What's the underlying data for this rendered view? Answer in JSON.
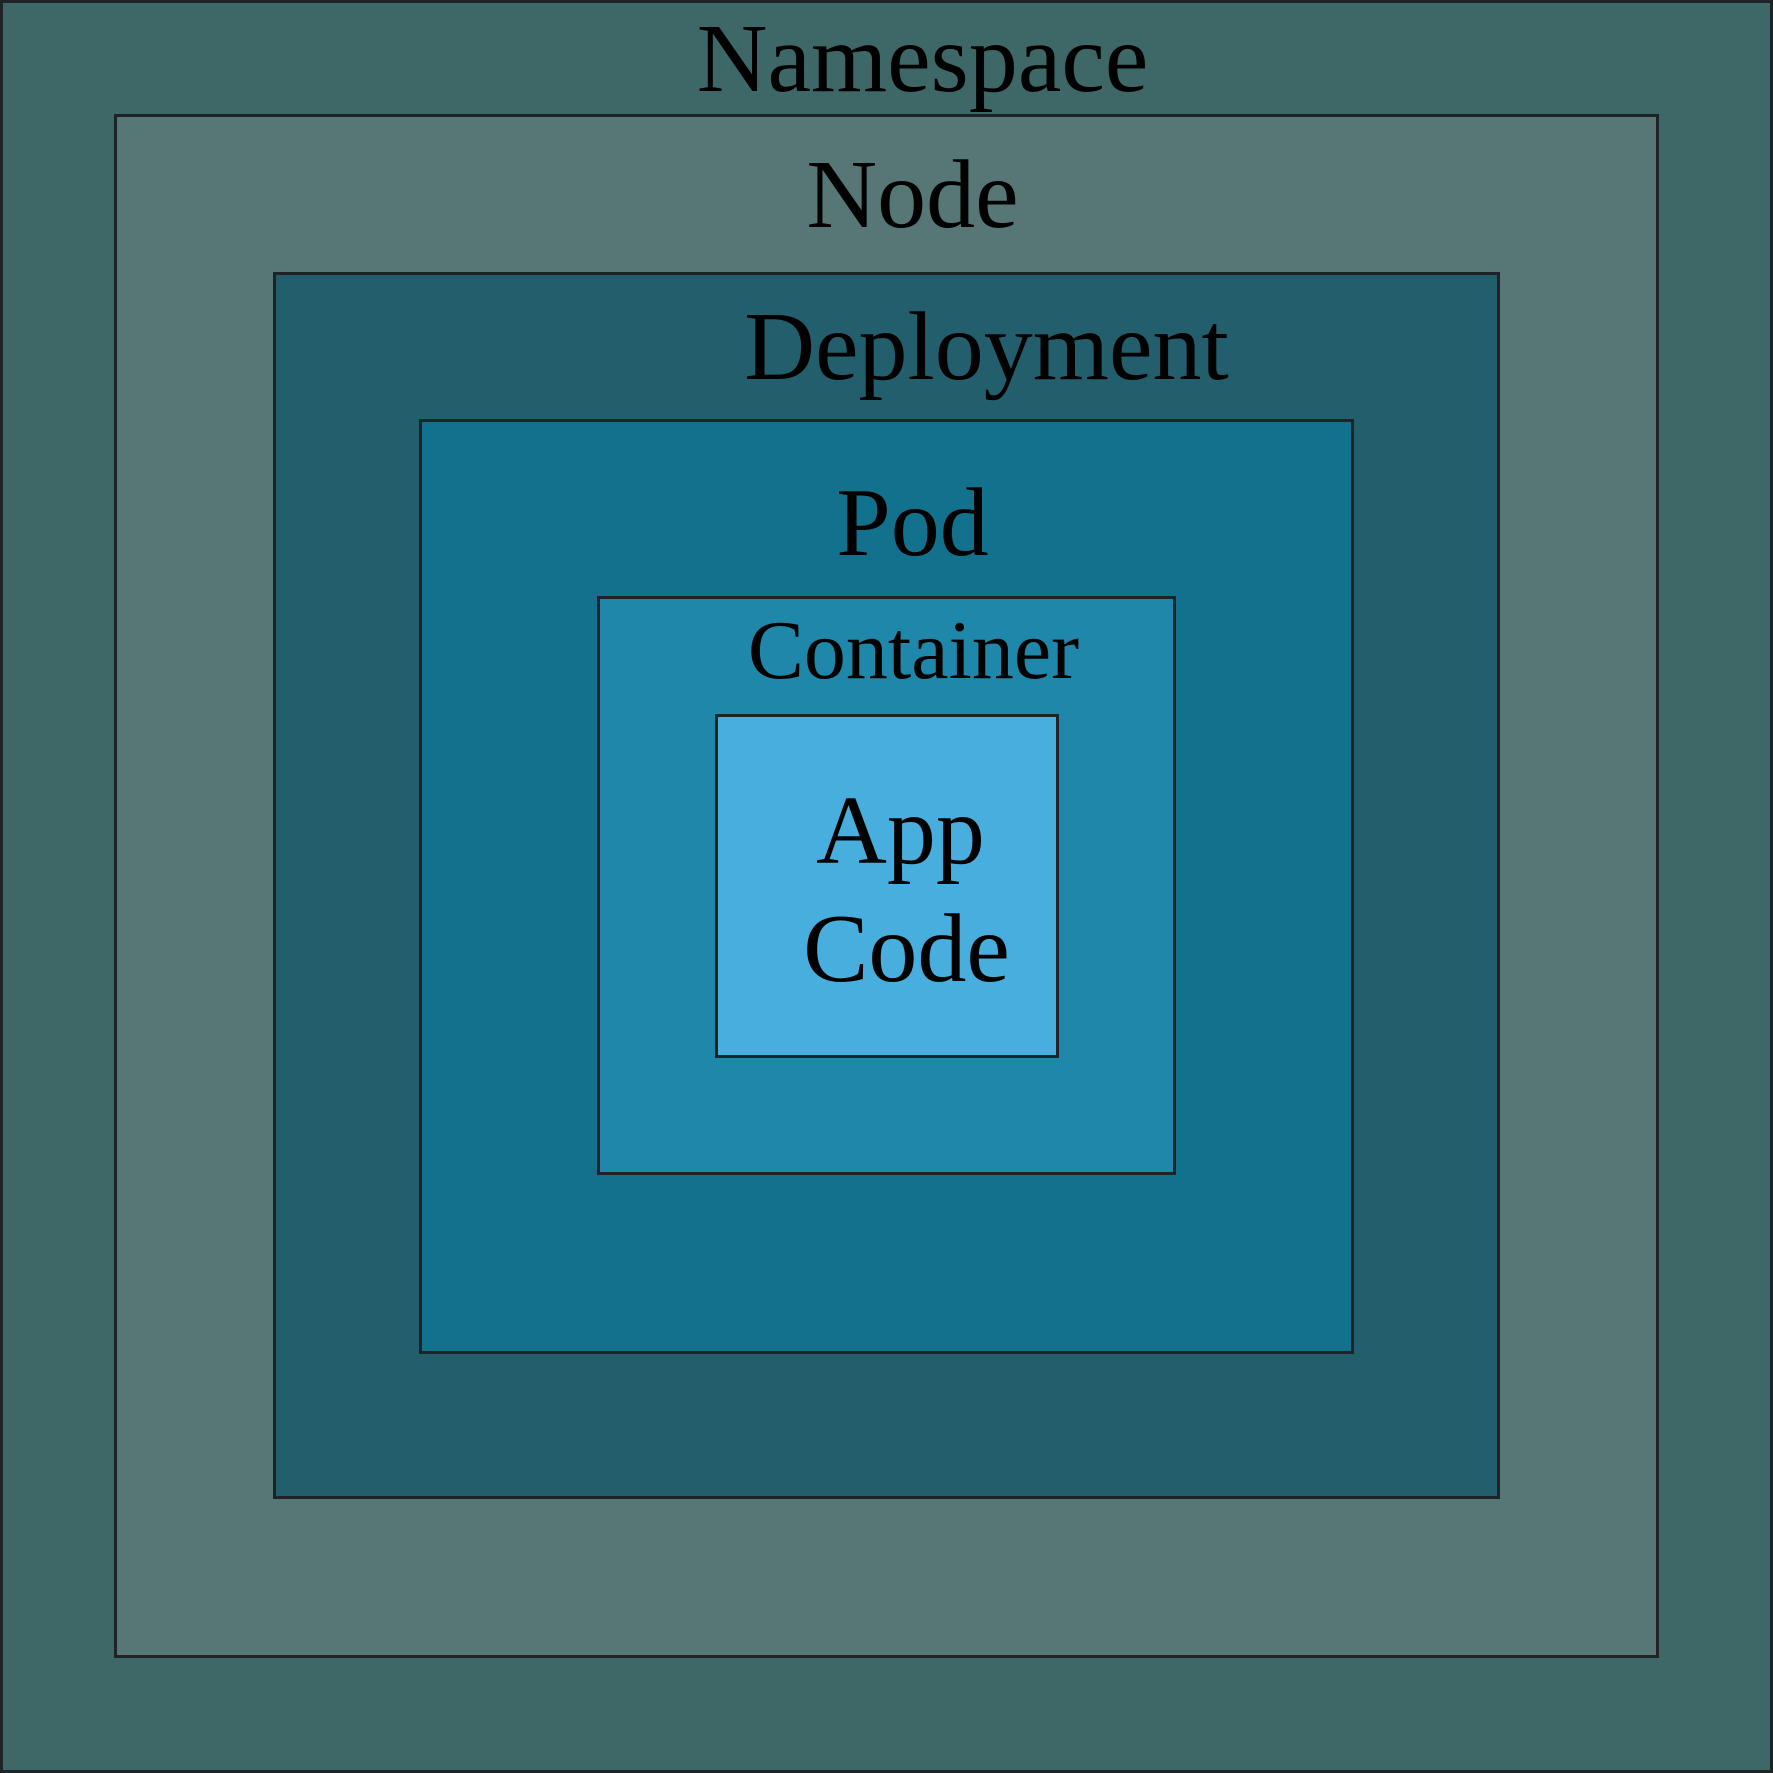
{
  "diagram": {
    "layers": [
      {
        "id": "namespace",
        "label": "Namespace",
        "color": "#3e6767"
      },
      {
        "id": "node",
        "label": "Node",
        "color": "#577777"
      },
      {
        "id": "deployment",
        "label": "Deployment",
        "color": "#235e6d"
      },
      {
        "id": "pod",
        "label": "Pod",
        "color": "#12728d"
      },
      {
        "id": "container",
        "label": "Container",
        "color": "#1f87aa"
      },
      {
        "id": "app-code",
        "label_line_1": "App",
        "label_line_2": "Code",
        "color": "#47aedd"
      }
    ],
    "border_color": "#1f2326",
    "text_color": "#000000"
  }
}
